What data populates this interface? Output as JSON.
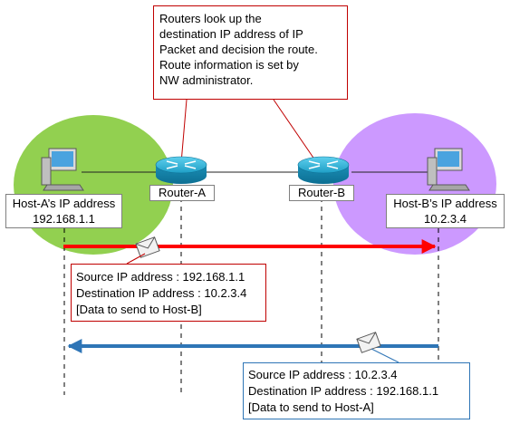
{
  "callout_top": {
    "lines": [
      "Routers look up the",
      "destination IP address of IP",
      "Packet and decision the route.",
      "Route information  is set by",
      "NW administrator."
    ]
  },
  "routers": {
    "a_label": "Router-A",
    "b_label": "Router-B"
  },
  "host_a": {
    "label": "Host-A’s IP address",
    "ip": "192.168.1.1"
  },
  "host_b": {
    "label": "Host-B’s IP address",
    "ip": "10.2.3.4"
  },
  "packet_forward": {
    "lines": [
      "Source IP address : 192.168.1.1",
      "Destination IP address : 10.2.3.4",
      "[Data to send to Host-B]"
    ]
  },
  "packet_return": {
    "lines": [
      "Source  IP address : 10.2.3.4",
      "Destination IP address : 192.168.1.1",
      "[Data to send to Host-A]"
    ]
  },
  "colors": {
    "network_a": "#92d050",
    "network_b": "#cc99ff",
    "forward_arrow": "#ff0000",
    "return_arrow": "#2e75b6",
    "callout_border": "#c00000",
    "return_border": "#2e75b6",
    "router": "#1fa2c9"
  }
}
